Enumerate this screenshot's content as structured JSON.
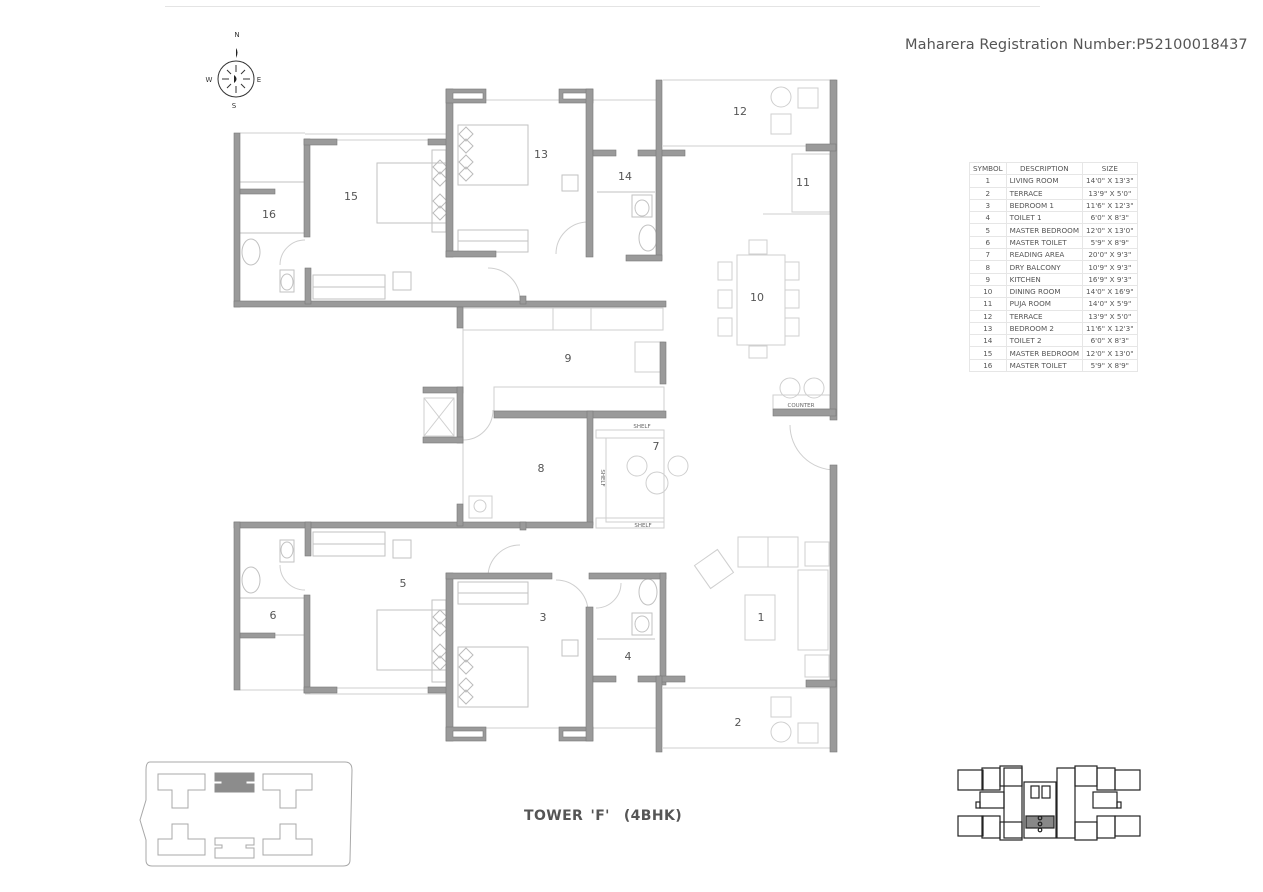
{
  "header": {
    "registration": "Maharera Registration Number:P52100018437"
  },
  "compass": {
    "icon": "compass-icon",
    "n": "N",
    "s": "S",
    "e": "E",
    "w": "W"
  },
  "legend": {
    "headers": [
      "SYMBOL",
      "DESCRIPTION",
      "SIZE"
    ],
    "rows": [
      {
        "symbol": "1",
        "description": "LIVING ROOM",
        "size": "14'0\" X 13'3\""
      },
      {
        "symbol": "2",
        "description": "TERRACE",
        "size": "13'9\" X 5'0\""
      },
      {
        "symbol": "3",
        "description": "BEDROOM 1",
        "size": "11'6\" X 12'3\""
      },
      {
        "symbol": "4",
        "description": "TOILET 1",
        "size": "6'0\" X 8'3\""
      },
      {
        "symbol": "5",
        "description": "MASTER BEDROOM",
        "size": "12'0\" X 13'0\""
      },
      {
        "symbol": "6",
        "description": "MASTER TOILET",
        "size": "5'9\" X 8'9\""
      },
      {
        "symbol": "7",
        "description": "READING AREA",
        "size": "20'0\" X 9'3\""
      },
      {
        "symbol": "8",
        "description": "DRY BALCONY",
        "size": "10'9\" X 9'3\""
      },
      {
        "symbol": "9",
        "description": "KITCHEN",
        "size": "16'9\" X 9'3\""
      },
      {
        "symbol": "10",
        "description": "DINING ROOM",
        "size": "14'0\" X 16'9\""
      },
      {
        "symbol": "11",
        "description": "PUJA ROOM",
        "size": "14'0\" X 5'9\""
      },
      {
        "symbol": "12",
        "description": "TERRACE",
        "size": "13'9\" X 5'0\""
      },
      {
        "symbol": "13",
        "description": "BEDROOM 2",
        "size": "11'6\" X 12'3\""
      },
      {
        "symbol": "14",
        "description": "TOILET 2",
        "size": "6'0\" X 8'3\""
      },
      {
        "symbol": "15",
        "description": "MASTER BEDROOM",
        "size": "12'0\" X 13'0\""
      },
      {
        "symbol": "16",
        "description": "MASTER TOILET",
        "size": "5'9\" X 8'9\""
      }
    ]
  },
  "plan": {
    "room_labels": [
      "1",
      "2",
      "3",
      "4",
      "5",
      "6",
      "7",
      "8",
      "9",
      "10",
      "11",
      "12",
      "13",
      "14",
      "15",
      "16"
    ],
    "annotations": {
      "shelf_top": "SHELF",
      "shelf_side": "SHELF",
      "shelf_bottom": "SHELF",
      "counter": "COUNTER"
    },
    "colors": {
      "wall": "#9a9a9a",
      "wall_edge": "#6e6e6e",
      "furniture": "#bdbdbd",
      "highlight_unit": "#8c8c8c"
    }
  },
  "footer": {
    "tower": "TOWER 'F'",
    "type": "(4BHK)"
  },
  "key_plan": {
    "label": "site-key-plan"
  },
  "floor_key_plan": {
    "label": "floor-key-plan"
  }
}
